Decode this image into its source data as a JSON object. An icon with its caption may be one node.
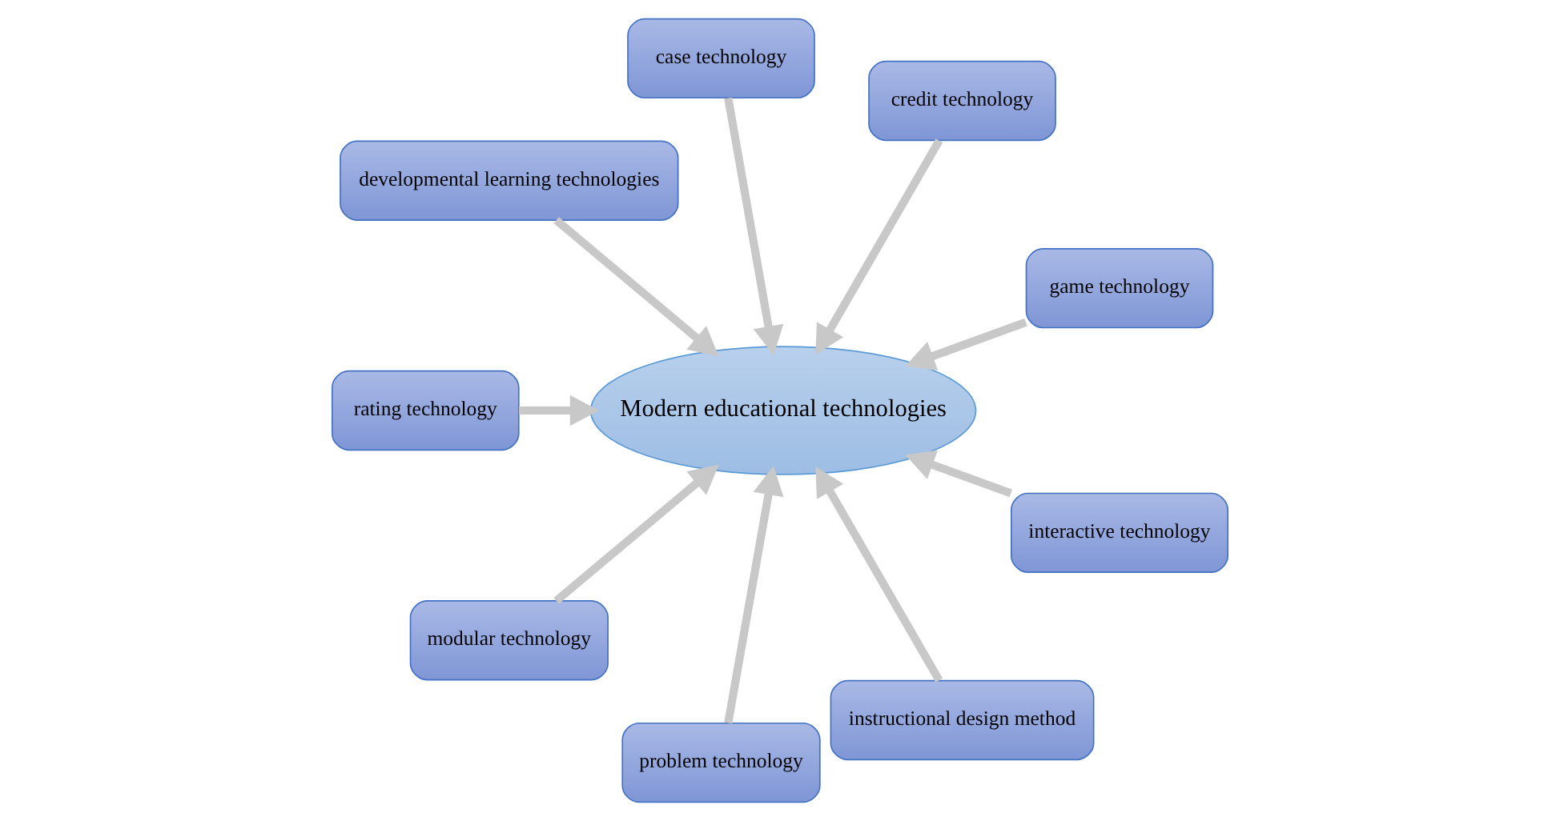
{
  "diagram": {
    "nodes": [
      {
        "text": [
          "game technology"
        ]
      },
      {
        "text": [
          "credit technology"
        ]
      },
      {
        "text": [
          "case technology"
        ]
      },
      {
        "text": [
          "developmental learning technologies"
        ]
      },
      {
        "text": [
          "rating technology"
        ]
      },
      {
        "text": [
          "modular technology"
        ]
      },
      {
        "text": [
          "problem technology"
        ]
      },
      {
        "text": [
          "instructional design method"
        ]
      },
      {
        "text": [
          "interactive technology"
        ]
      },
      {
        "text": [
          "Modern educational technologies"
        ]
      }
    ],
    "edges": [
      {
        "from": 0,
        "to": 9,
        "arrow": "to"
      },
      {
        "from": 1,
        "to": 9,
        "arrow": "to"
      },
      {
        "from": 2,
        "to": 9,
        "arrow": "to"
      },
      {
        "from": 3,
        "to": 9,
        "arrow": "to"
      },
      {
        "from": 4,
        "to": 9,
        "arrow": "to"
      },
      {
        "from": 5,
        "to": 9,
        "arrow": "to"
      },
      {
        "from": 6,
        "to": 9,
        "arrow": "to"
      },
      {
        "from": 7,
        "to": 9,
        "arrow": "to"
      },
      {
        "from": 8,
        "to": 9,
        "arrow": "to"
      }
    ]
  }
}
